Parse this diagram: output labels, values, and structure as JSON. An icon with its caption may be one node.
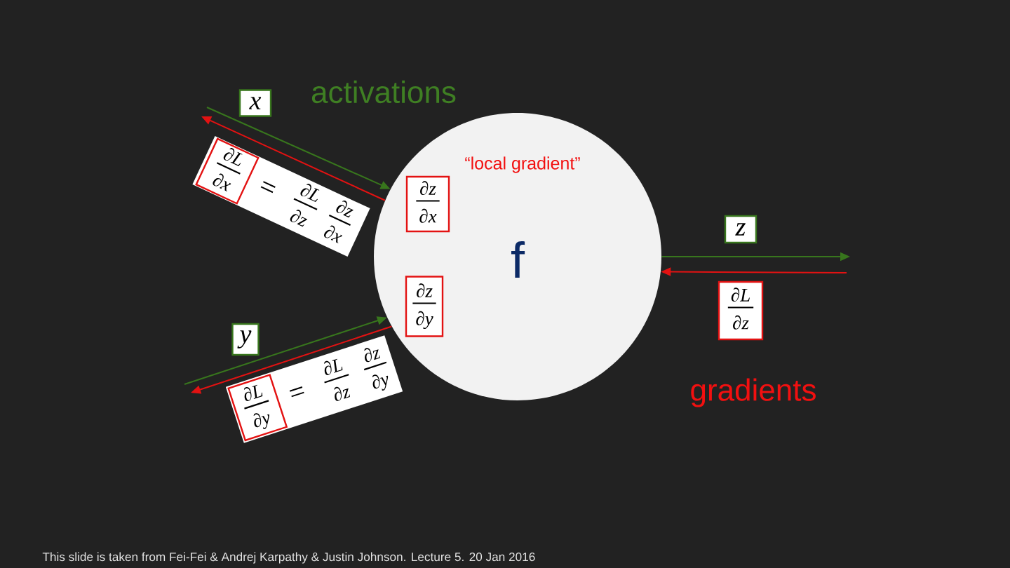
{
  "diagram": {
    "nodes": [
      {
        "text": [
          "x"
        ]
      },
      {
        "text": [
          "=",
          "∂L",
          "∂z",
          "∂z",
          "∂x"
        ]
      },
      {
        "text": [
          "∂L",
          "∂x"
        ],
        "in": 1
      },
      {
        "text": [
          "“local gradient”",
          "f"
        ]
      },
      {
        "text": [
          "∂z",
          "∂x"
        ],
        "in": 3
      },
      {
        "text": [
          "∂z",
          "∂y"
        ],
        "in": 3
      },
      {
        "text": [
          "z"
        ]
      },
      {
        "text": [
          "∂L",
          "∂z"
        ]
      },
      {
        "text": [
          "y"
        ]
      },
      {
        "text": [
          "=",
          "∂L",
          "∂z",
          "∂z",
          "∂y"
        ]
      },
      {
        "text": [
          "∂L",
          "∂y"
        ],
        "in": 9
      }
    ],
    "edges": [
      {
        "from": null,
        "to": 3,
        "arrow": "to",
        "color": "#38761d"
      },
      {
        "from": 3,
        "to": null,
        "arrow": "to",
        "color": "#e31212"
      },
      {
        "from": 3,
        "to": null,
        "arrow": "to",
        "color": "#38761d"
      },
      {
        "from": null,
        "to": 3,
        "arrow": "to",
        "color": "#e31212"
      },
      {
        "from": null,
        "to": 3,
        "arrow": "to",
        "color": "#38761d"
      },
      {
        "from": 3,
        "to": null,
        "arrow": "to",
        "color": "#e31212"
      }
    ],
    "labels": [
      "activations",
      "gradients",
      "This slide is taken from Fei-Fei & Andrej Karpathy & Justin Johnson. Lecture 5. 20 Jan 2016"
    ]
  }
}
